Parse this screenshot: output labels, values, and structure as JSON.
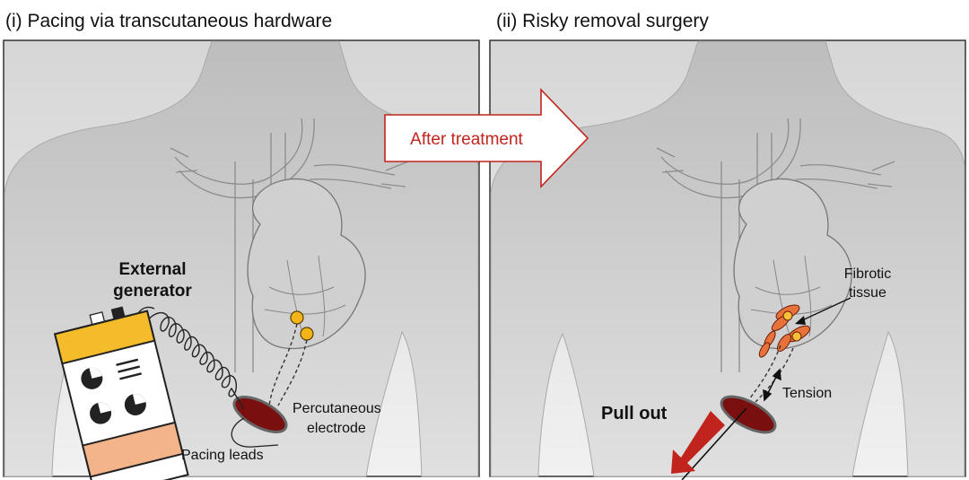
{
  "panels": {
    "left_title": "(i) Pacing via transcutaneous hardware",
    "right_title": "(ii) Risky removal surgery"
  },
  "transition": {
    "label": "After treatment"
  },
  "left_labels": {
    "generator_line1": "External",
    "generator_line2": "generator",
    "electrode_line1": "Percutaneous",
    "electrode_line2": "electrode",
    "leads": "Pacing leads"
  },
  "right_labels": {
    "fibrotic_line1": "Fibrotic",
    "fibrotic_line2": "tissue",
    "tension": "Tension",
    "pull_out": "Pull out"
  },
  "colors": {
    "arrow_red": "#c0241c",
    "electrode_red": "#7a0f0f",
    "pacing_dot": "#f2b418",
    "generator_band": "#f4bb2a",
    "generator_pad": "#f3b48a",
    "fibrotic_orange": "#e8733a"
  }
}
